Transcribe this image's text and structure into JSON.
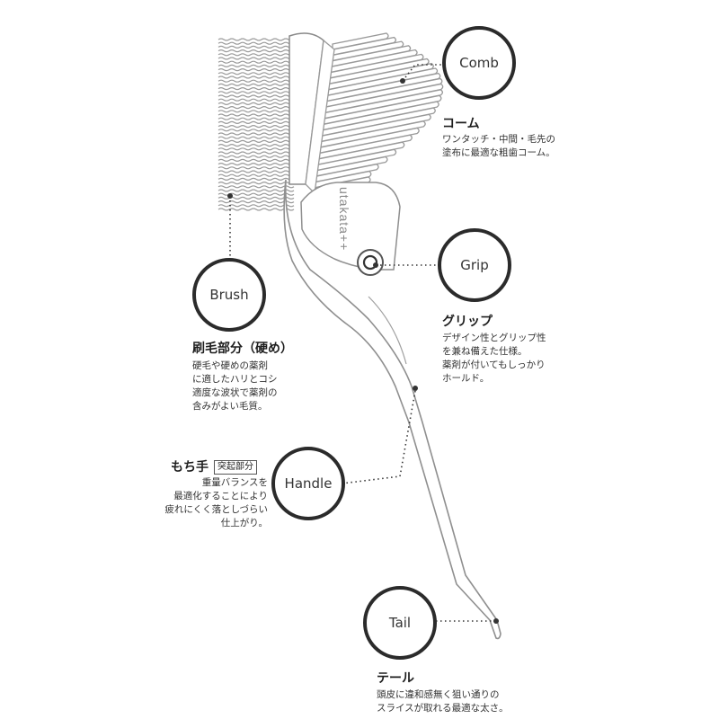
{
  "brand_logo": "utakata++",
  "parts": {
    "comb": {
      "circle_label": "Comb",
      "heading": "コーム",
      "desc": [
        "ワンタッチ・中間・毛先の",
        "塗布に最適な粗歯コーム。"
      ]
    },
    "grip": {
      "circle_label": "Grip",
      "heading": "グリップ",
      "desc": [
        "デザイン性とグリップ性",
        "を兼ね備えた仕様。",
        "薬剤が付いてもしっかり",
        "ホールド。"
      ]
    },
    "brush": {
      "circle_label": "Brush",
      "heading": "刷毛部分（硬め）",
      "desc": [
        "硬毛や硬めの薬剤",
        "に適したハリとコシ",
        "適度な波状で薬剤の",
        "含みがよい毛質。"
      ]
    },
    "handle": {
      "circle_label": "Handle",
      "heading": "もち手",
      "tag": "突起部分",
      "desc": [
        "重量バランスを",
        "最適化することにより",
        "疲れにくく落としづらい",
        "仕上がり。"
      ]
    },
    "tail": {
      "circle_label": "Tail",
      "heading": "テール",
      "desc": [
        "頭皮に違和感無く狙い通りの",
        "スライスが取れる最適な太さ。"
      ]
    }
  },
  "colors": {
    "line": "#2b2b2b",
    "text": "#333333",
    "background": "#ffffff"
  }
}
